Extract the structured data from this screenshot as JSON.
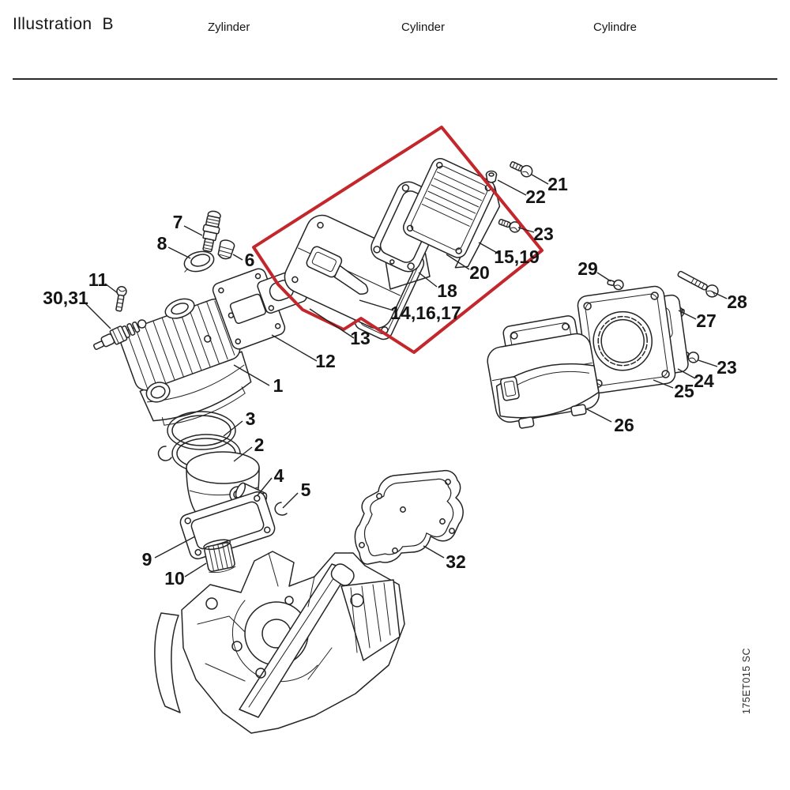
{
  "header": {
    "title": "Illustration",
    "code": "B",
    "languages": [
      "Zylinder",
      "Cylinder",
      "Cylindre"
    ]
  },
  "drawing": {
    "plate_code": "175ET015 SC",
    "highlight_color": "#c3272b",
    "line_color": "#242424"
  },
  "callouts": [
    {
      "id": "1",
      "text": "1"
    },
    {
      "id": "2",
      "text": "2"
    },
    {
      "id": "3",
      "text": "3"
    },
    {
      "id": "4",
      "text": "4"
    },
    {
      "id": "5",
      "text": "5"
    },
    {
      "id": "6",
      "text": "6"
    },
    {
      "id": "7",
      "text": "7"
    },
    {
      "id": "8",
      "text": "8"
    },
    {
      "id": "9",
      "text": "9"
    },
    {
      "id": "10",
      "text": "10"
    },
    {
      "id": "11",
      "text": "11"
    },
    {
      "id": "12",
      "text": "12"
    },
    {
      "id": "13",
      "text": "13"
    },
    {
      "id": "14-16-17",
      "text": "14,16,17"
    },
    {
      "id": "15-19",
      "text": "15,19"
    },
    {
      "id": "18",
      "text": "18"
    },
    {
      "id": "20",
      "text": "20"
    },
    {
      "id": "21",
      "text": "21"
    },
    {
      "id": "22",
      "text": "22"
    },
    {
      "id": "23-top",
      "text": "23"
    },
    {
      "id": "23-right",
      "text": "23"
    },
    {
      "id": "24",
      "text": "24"
    },
    {
      "id": "25",
      "text": "25"
    },
    {
      "id": "26",
      "text": "26"
    },
    {
      "id": "27",
      "text": "27"
    },
    {
      "id": "28",
      "text": "28"
    },
    {
      "id": "29",
      "text": "29"
    },
    {
      "id": "30-31",
      "text": "30,31"
    },
    {
      "id": "32",
      "text": "32"
    }
  ]
}
